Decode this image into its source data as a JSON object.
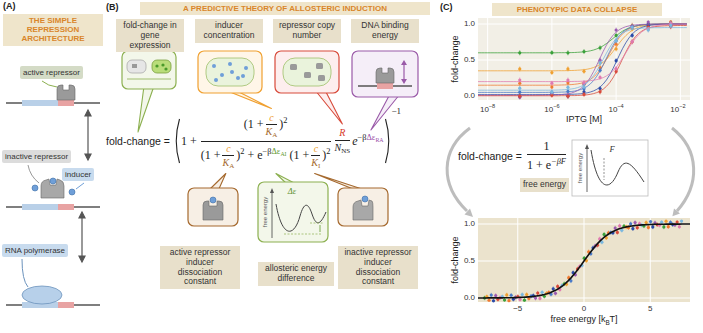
{
  "diagram": {
    "nodes": [
      {
        "text": [
          "THE SIMPLE REPRESSION ARCHITECTURE"
        ]
      },
      {
        "text": [
          "active repressor"
        ]
      },
      {
        "text": [
          "inactive repressor"
        ]
      },
      {
        "text": [
          "inducer"
        ]
      },
      {
        "text": [
          "RNA polymerase"
        ]
      },
      {
        "text": [
          "A PREDICTIVE THEORY OF ALLOSTERIC INDUCTION"
        ]
      },
      {
        "text": [
          "fold-change in gene expression"
        ]
      },
      {
        "text": [
          "inducer concentration"
        ]
      },
      {
        "text": [
          "repressor copy number"
        ]
      },
      {
        "text": [
          "DNA binding energy"
        ]
      },
      {
        "text": [
          "active repressor inducer dissociation constant"
        ]
      },
      {
        "text": [
          "allosteric energy difference"
        ]
      },
      {
        "text": [
          "inactive repressor inducer dissociation constant"
        ]
      },
      {
        "text": [
          "PHENOTYPIC DATA COLLAPSE"
        ]
      },
      {
        "text": [
          "free energy"
        ]
      }
    ],
    "labels": [
      "(A)",
      "(B)",
      "(C)",
      "fold-change =",
      "1 +",
      "(1 +",
      "c",
      "K",
      "A",
      ")",
      "2",
      "(1 +",
      "c",
      "K",
      "A",
      ")",
      "2",
      "+ e",
      "−β",
      "Δε",
      "AI",
      "(1 +",
      "c",
      "K",
      "I",
      ")",
      "2",
      "R",
      "N",
      "NS",
      "e",
      "−β",
      "Δε",
      "RA",
      "−1",
      "1.0",
      "0.5",
      "0.0",
      "fold-change",
      "10",
      "−8",
      "10",
      "−6",
      "10",
      "−4",
      "10",
      "−2",
      "IPTG [M]",
      "fold-change =",
      "1",
      "1 + e",
      "−βF",
      "1.0",
      "0.5",
      "0.0",
      "fold-change",
      "−5",
      "0",
      "5",
      "free energy [k",
      "B",
      "T]",
      "free energy",
      "free energy",
      "Δε",
      "F"
    ]
  }
}
